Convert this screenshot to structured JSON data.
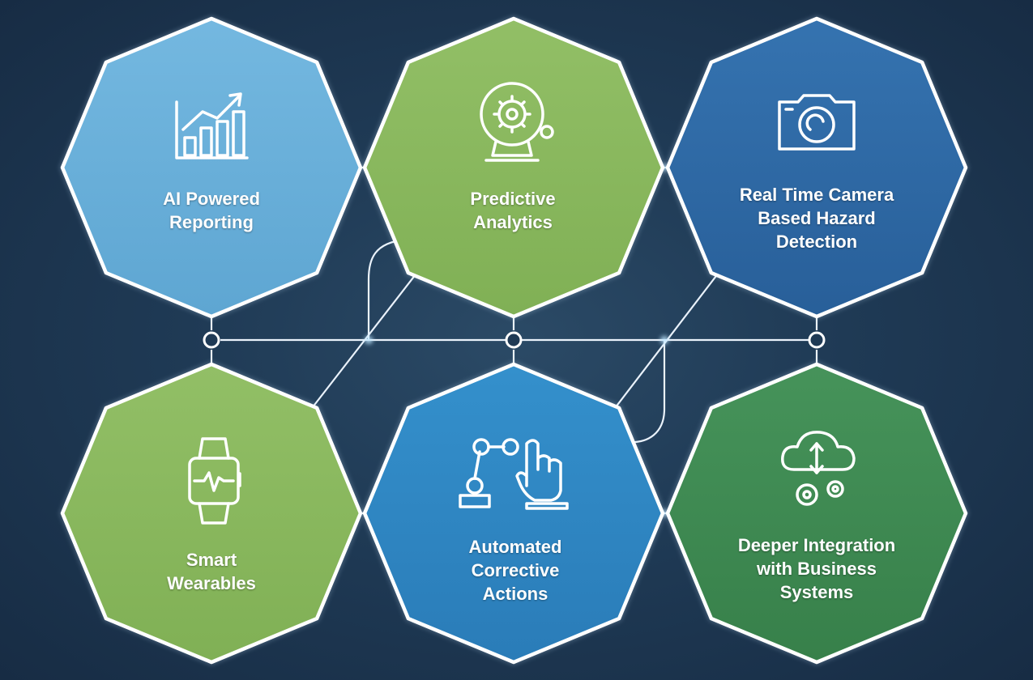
{
  "colors": {
    "background": "#1f3a55",
    "light_blue": "#6ab0da",
    "light_green": "#8ab85e",
    "dark_blue": "#2f6aa6",
    "mid_blue": "#2f86c4",
    "dark_green": "#3e8a52",
    "outline": "#ffffff"
  },
  "nodes": [
    {
      "id": "ai-reporting",
      "lines": [
        "AI Powered",
        "Reporting"
      ],
      "icon": "growth-chart-icon",
      "color": "#6ab0da"
    },
    {
      "id": "predictive-analytics",
      "lines": [
        "Predictive",
        "Analytics"
      ],
      "icon": "gear-globe-icon",
      "color": "#8ab85e"
    },
    {
      "id": "camera-hazard",
      "lines": [
        "Real Time Camera",
        "Based Hazard",
        "Detection"
      ],
      "icon": "camera-icon",
      "color": "#2f6aa6"
    },
    {
      "id": "smart-wearables",
      "lines": [
        "Smart",
        "Wearables"
      ],
      "icon": "smartwatch-icon",
      "color": "#8ab85e"
    },
    {
      "id": "corrective-actions",
      "lines": [
        "Automated",
        "Corrective",
        "Actions"
      ],
      "icon": "robot-arm-hand-icon",
      "color": "#2f86c4"
    },
    {
      "id": "business-integration",
      "lines": [
        "Deeper Integration",
        "with Business",
        "Systems"
      ],
      "icon": "cloud-gears-icon",
      "color": "#3e8a52"
    }
  ]
}
